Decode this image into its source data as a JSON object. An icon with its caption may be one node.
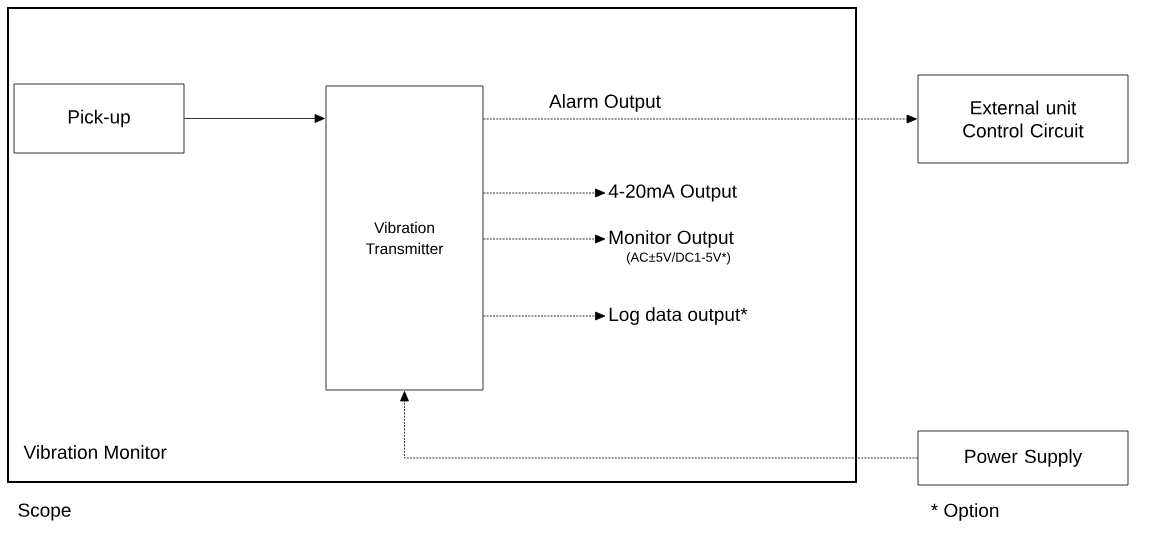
{
  "diagram": {
    "nodes": [
      {
        "text": [
          "Vibration Monitor"
        ]
      },
      {
        "text": [
          "Pick-up"
        ],
        "in": 0
      },
      {
        "text": [
          "Vibration Transmitter"
        ],
        "in": 0
      },
      {
        "text": [
          "External unit Control Circuit"
        ]
      },
      {
        "text": [
          "Power Supply"
        ]
      },
      {
        "text": [
          "4-20mA Output"
        ],
        "in": 0
      },
      {
        "text": [
          "Monitor Output",
          "(AC±5V/DC1-5V*)"
        ],
        "in": 0
      },
      {
        "text": [
          "Log data output*"
        ],
        "in": 0
      }
    ],
    "edges": [
      {
        "from": 1,
        "to": 2,
        "arrow": "to"
      },
      {
        "from": 2,
        "to": 3,
        "arrow": "to",
        "label": "Alarm Output",
        "style": "dashed"
      },
      {
        "from": 2,
        "to": 5,
        "arrow": "to",
        "style": "dashed"
      },
      {
        "from": 2,
        "to": 6,
        "arrow": "to",
        "style": "dashed"
      },
      {
        "from": 2,
        "to": 7,
        "arrow": "to",
        "style": "dashed"
      },
      {
        "from": 4,
        "to": 2,
        "arrow": "to",
        "style": "dashed"
      }
    ],
    "labels": [
      "Scope",
      "* Option"
    ]
  }
}
